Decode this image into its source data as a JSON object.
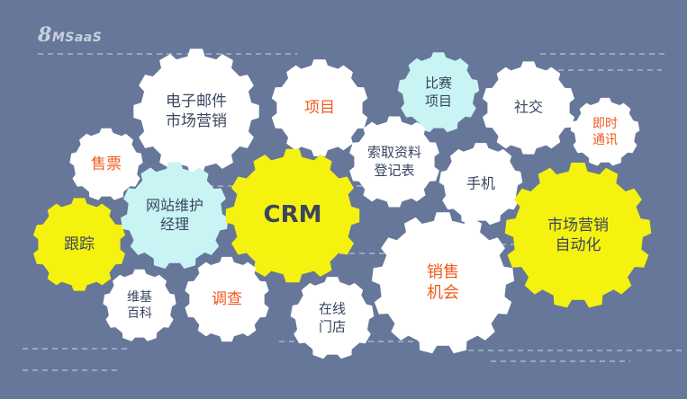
{
  "logo": {
    "number": "8",
    "text": "MSaaS"
  },
  "colors": {
    "background": "#66779a",
    "white_gear": "#ffffff",
    "yellow_gear": "#f5f20f",
    "cyan_gear": "#c9f4f4",
    "text_dark": "#3a4560",
    "text_orange": "#f05a1e",
    "dash_line": "#98a6c2"
  },
  "gears": [
    {
      "id": "email-marketing",
      "lines": [
        "电子邮件",
        "市场营销"
      ],
      "fill": "white",
      "text": "dark"
    },
    {
      "id": "project",
      "lines": [
        "项目"
      ],
      "fill": "white",
      "text": "orange"
    },
    {
      "id": "competition",
      "lines": [
        "比赛",
        "项目"
      ],
      "fill": "cyan",
      "text": "dark"
    },
    {
      "id": "social",
      "lines": [
        "社交"
      ],
      "fill": "white",
      "text": "dark"
    },
    {
      "id": "instant-messaging",
      "lines": [
        "即时",
        "通讯"
      ],
      "fill": "white",
      "text": "orange"
    },
    {
      "id": "ticket-sales",
      "lines": [
        "售票"
      ],
      "fill": "white",
      "text": "orange"
    },
    {
      "id": "request-form",
      "lines": [
        "索取资料",
        "登记表"
      ],
      "fill": "white",
      "text": "dark"
    },
    {
      "id": "mobile",
      "lines": [
        "手机"
      ],
      "fill": "white",
      "text": "dark"
    },
    {
      "id": "website-maintenance",
      "lines": [
        "网站维护",
        "经理"
      ],
      "fill": "cyan",
      "text": "dark"
    },
    {
      "id": "crm",
      "lines": [
        "CRM"
      ],
      "fill": "yellow",
      "text": "dark"
    },
    {
      "id": "marketing-automation",
      "lines": [
        "市场营销",
        "自动化"
      ],
      "fill": "yellow",
      "text": "dark"
    },
    {
      "id": "tracking",
      "lines": [
        "跟踪"
      ],
      "fill": "yellow",
      "text": "dark"
    },
    {
      "id": "sales-opportunity",
      "lines": [
        "销售",
        "机会"
      ],
      "fill": "white",
      "text": "orange"
    },
    {
      "id": "wiki",
      "lines": [
        "维基",
        "百科"
      ],
      "fill": "white",
      "text": "dark"
    },
    {
      "id": "survey",
      "lines": [
        "调查"
      ],
      "fill": "white",
      "text": "orange"
    },
    {
      "id": "online-store",
      "lines": [
        "在线",
        "门店"
      ],
      "fill": "white",
      "text": "dark"
    }
  ]
}
